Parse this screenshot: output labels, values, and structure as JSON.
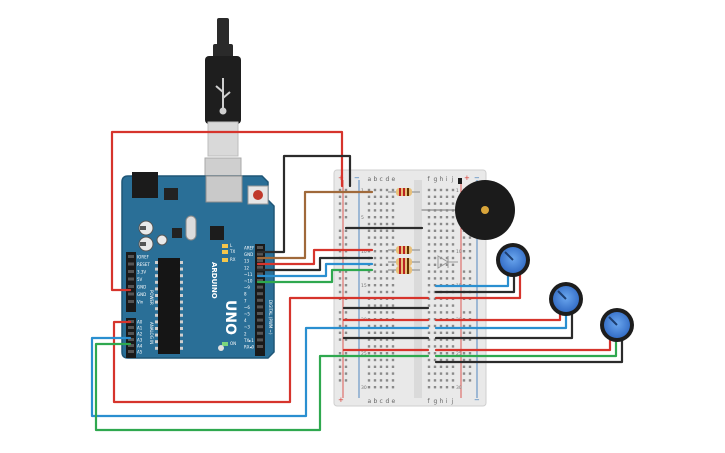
{
  "arduino": {
    "brand": "ARDUINO",
    "model": "UNO",
    "tx_label": "TX",
    "rx_label": "RX",
    "on_label": "ON",
    "l_label": "L",
    "digital_header_label": "DIGITAL (PWM ~)",
    "analog_header_label": "ANALOG IN",
    "power_header_label": "POWER",
    "digital_pins": [
      "AREF",
      "GND",
      "13",
      "12",
      "~11",
      "~10",
      "~9",
      "8",
      "7",
      "~6",
      "~5",
      "4",
      "~3",
      "2",
      "TX▸1",
      "RX◂0"
    ],
    "power_pins": [
      "IOREF",
      "RESET",
      "3.3V",
      "5V",
      "GND",
      "GND",
      "Vin"
    ],
    "analog_pins": [
      "A0",
      "A1",
      "A2",
      "A3",
      "A4",
      "A5"
    ]
  },
  "breadboard": {
    "column_letters_left": [
      "a",
      "b",
      "c",
      "d",
      "e"
    ],
    "column_letters_right": [
      "f",
      "g",
      "h",
      "i",
      "j"
    ],
    "row_numbers": [
      "1",
      "5",
      "10",
      "15",
      "20",
      "25",
      "30"
    ],
    "rail_plus": "+",
    "rail_minus": "−"
  },
  "colors": {
    "board": "#2a6f97",
    "wire_red": "#d6342c",
    "wire_black": "#2b2b2b",
    "wire_blue": "#2a8fd0",
    "wire_green": "#2fa84f",
    "wire_brown": "#a0693a",
    "pot_body": "#3f7fd6"
  }
}
